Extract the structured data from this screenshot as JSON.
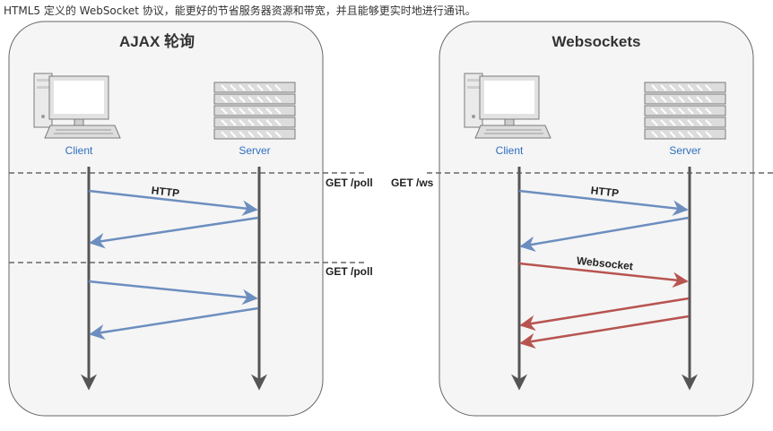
{
  "caption": "HTML5 定义的 WebSocket 协议，能更好的节省服务器资源和带宽，并且能够更实时地进行通讯。",
  "ajax_panel": {
    "title": "AJAX 轮询",
    "client_label": "Client",
    "server_label": "Server",
    "request_label_1": "GET /poll",
    "request_label_2": "GET /poll",
    "arrow_label": "HTTP"
  },
  "ws_panel": {
    "title": "Websockets",
    "client_label": "Client",
    "server_label": "Server",
    "request_label": "GET /ws",
    "http_label": "HTTP",
    "websocket_label": "Websocket"
  },
  "colors": {
    "http_arrow": "#6c8ebf",
    "websocket_arrow": "#b85450",
    "panel_fill": "#f5f5f5",
    "panel_stroke": "#666666",
    "lifeline": "#555555"
  }
}
